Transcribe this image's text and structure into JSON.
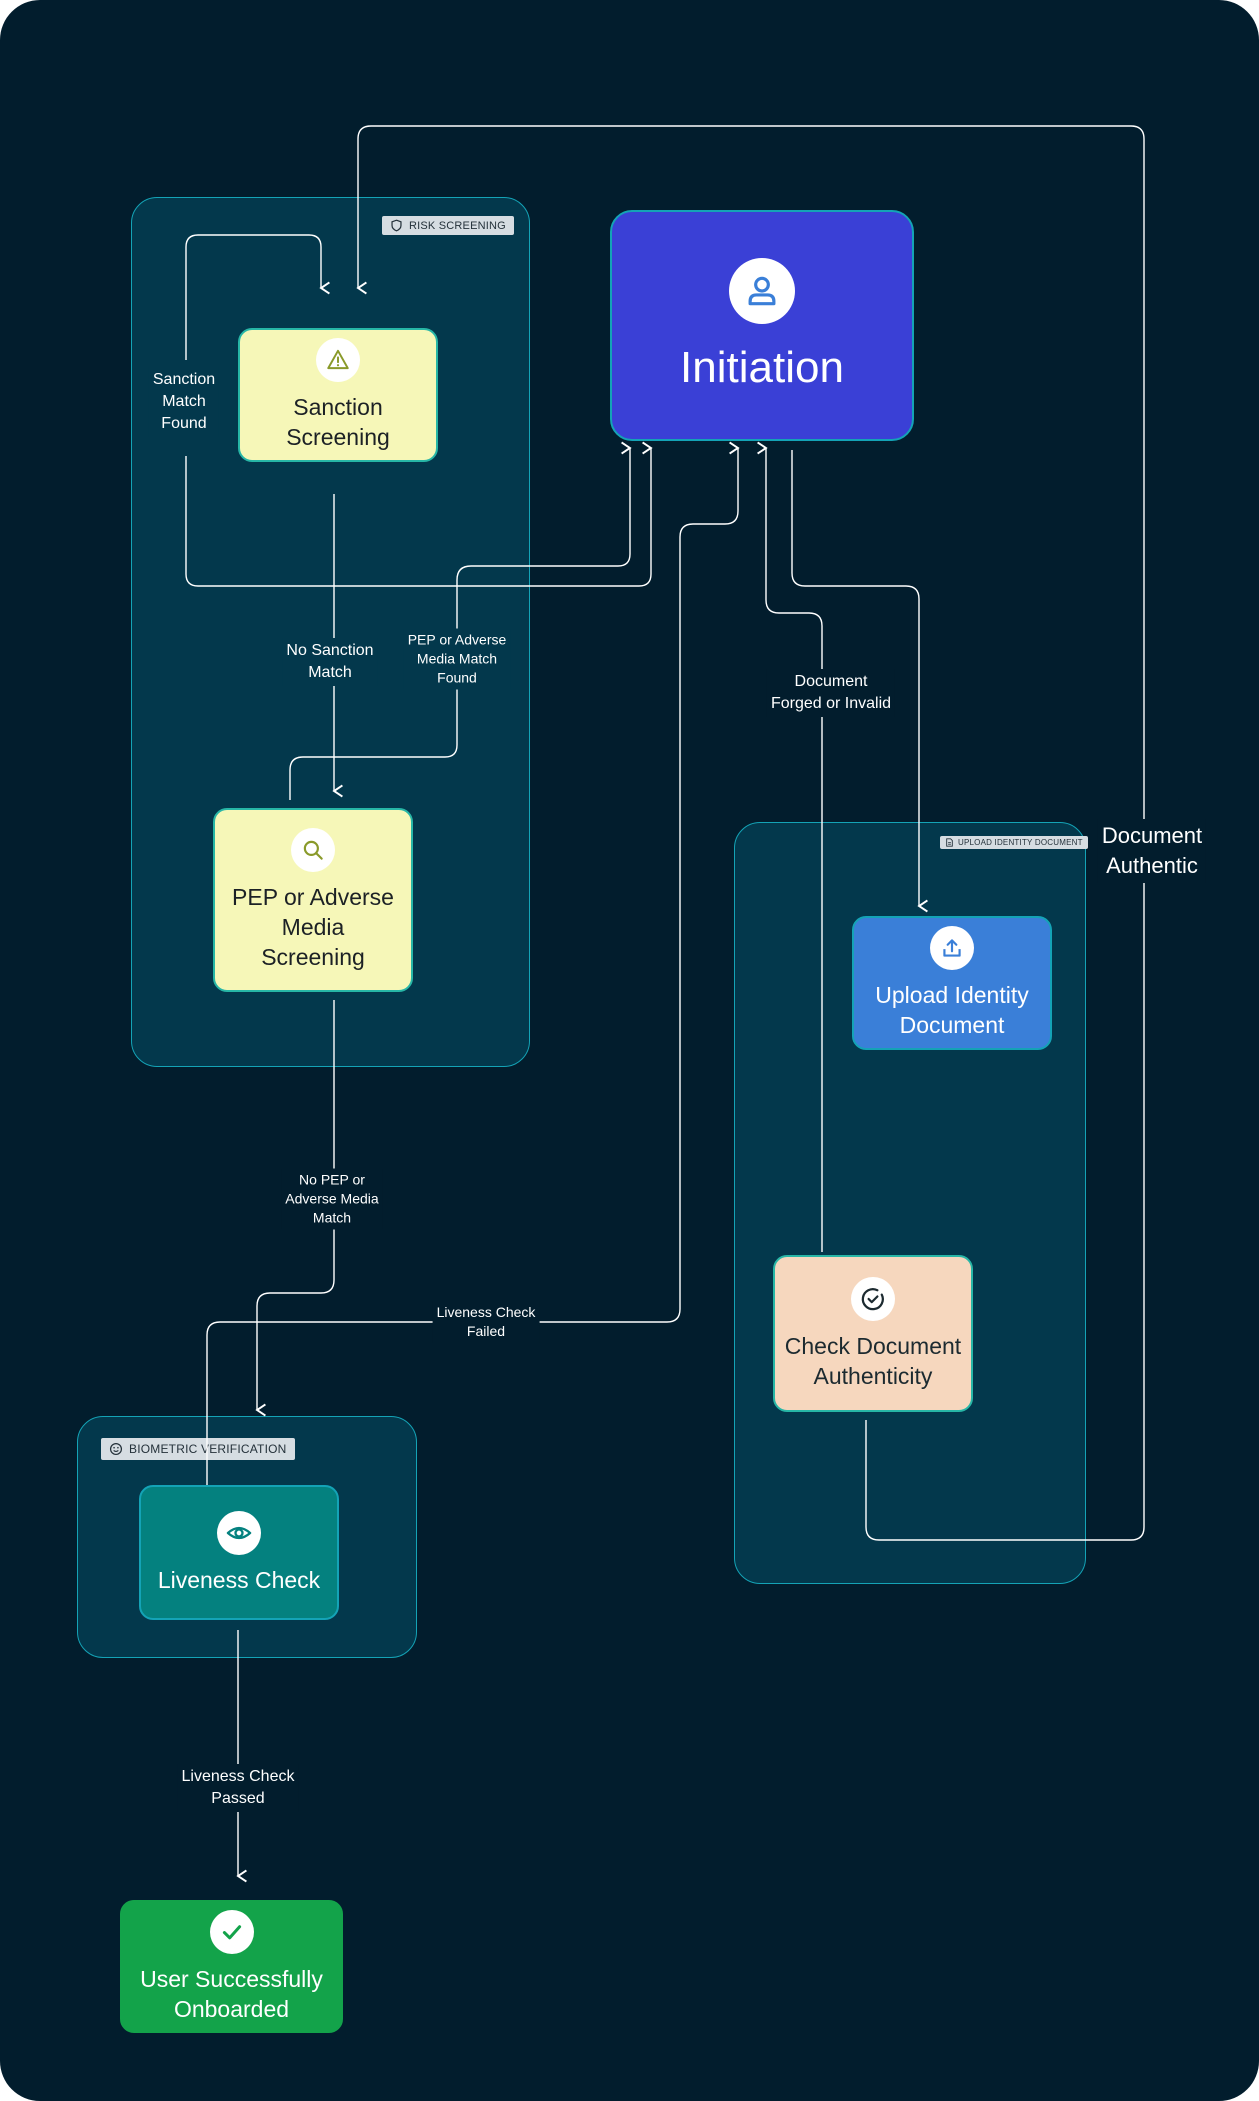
{
  "groups": {
    "risk": {
      "label": "RISK SCREENING",
      "icon": "shield-icon"
    },
    "upload": {
      "label": "UPLOAD IDENTITY DOCUMENT",
      "icon": "document-icon"
    },
    "biometric": {
      "label": "BIOMETRIC VERIFICATION",
      "icon": "smiley-icon"
    }
  },
  "nodes": {
    "initiation": {
      "label": "Initiation",
      "icon": "user-icon"
    },
    "sanction": {
      "label": "Sanction\nScreening",
      "icon": "warning-icon"
    },
    "pep": {
      "label": "PEP or Adverse\nMedia\nScreening",
      "icon": "search-icon"
    },
    "upload": {
      "label": "Upload Identity\nDocument",
      "icon": "upload-icon"
    },
    "check": {
      "label": "Check Document\nAuthenticity",
      "icon": "check-circle-icon"
    },
    "liveness": {
      "label": "Liveness Check",
      "icon": "eye-icon"
    },
    "success": {
      "label": "User Successfully\nOnboarded",
      "icon": "checkmark-icon"
    }
  },
  "edges": {
    "sanction_match": "Sanction\nMatch\nFound",
    "no_sanction": "No Sanction\nMatch",
    "pep_match": "PEP or Adverse\nMedia Match\nFound",
    "no_pep": "No PEP or\nAdverse Media\nMatch",
    "liveness_failed": "Liveness Check\nFailed",
    "liveness_passed": "Liveness Check\nPassed",
    "doc_forged": "Document\nForged or Invalid",
    "doc_authentic": "Document\nAuthentic"
  },
  "colors": {
    "background": "#021d2d",
    "group_fill": "#03384c",
    "group_border": "#14a3b6",
    "initiation": "#3a40d6",
    "screening": "#f6f7b8",
    "upload": "#3a7fd8",
    "check": "#f6d7be",
    "liveness": "#04817f",
    "success": "#13a34a"
  }
}
